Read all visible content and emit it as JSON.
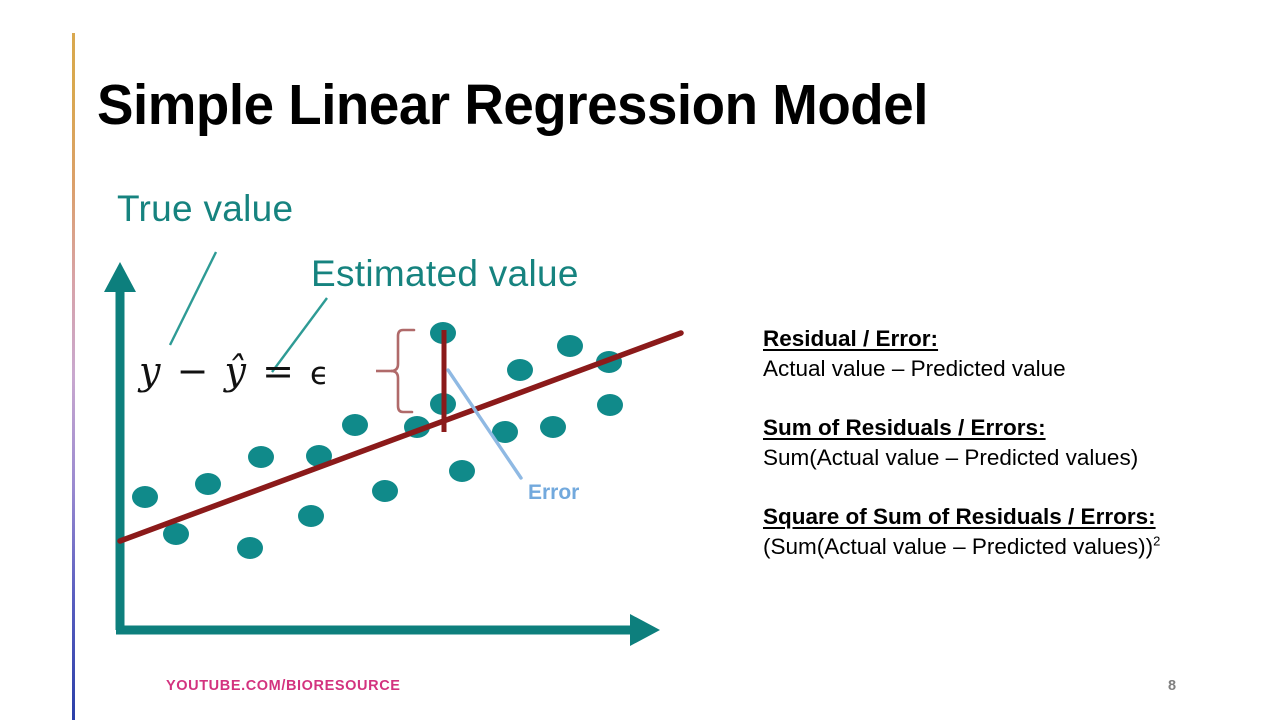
{
  "slide": {
    "title": "Simple Linear Regression Model",
    "number": "8",
    "watermark": "YOUTUBE.COM/BIORESOURCE",
    "accent_bar_colors": [
      "#d9a84f",
      "#c9a8cf",
      "#2b3fa8"
    ],
    "background": "#ffffff"
  },
  "figure": {
    "labels": {
      "true_value": "True value",
      "estimated_value": "Estimated value",
      "error": "Error"
    },
    "equation": {
      "lhs_y": "y",
      "minus": "−",
      "y_hat": "ŷ",
      "equals": "=",
      "epsilon": "ϵ",
      "full": "y − ŷ = ϵ"
    },
    "colors": {
      "axis": "#0d7f7d",
      "point": "#108a8a",
      "regression_line": "#8b1a1a",
      "error_segment": "#8b1a1a",
      "brace": "#b06a6a",
      "pointer": "#8fb9e3",
      "label_text": "#16837f",
      "error_text": "#72a9dd"
    }
  },
  "chart_data": {
    "type": "scatter",
    "title": "Simple Linear Regression Model",
    "xlabel": "",
    "ylabel": "",
    "grid": false,
    "legend": null,
    "axis_arrows": true,
    "xlim": [
      120,
      680
    ],
    "ylim": [
      630,
      300
    ],
    "points": [
      [
        145,
        497
      ],
      [
        176,
        534
      ],
      [
        208,
        484
      ],
      [
        250,
        548
      ],
      [
        261,
        457
      ],
      [
        311,
        516
      ],
      [
        319,
        456
      ],
      [
        355,
        425
      ],
      [
        385,
        491
      ],
      [
        417,
        427
      ],
      [
        443,
        333
      ],
      [
        443,
        404
      ],
      [
        462,
        471
      ],
      [
        505,
        432
      ],
      [
        520,
        370
      ],
      [
        553,
        427
      ],
      [
        570,
        346
      ],
      [
        609,
        362
      ],
      [
        610,
        405
      ]
    ],
    "point_radius_x": 13,
    "point_radius_y": 11,
    "regression_line": {
      "x1": 120,
      "y1": 541,
      "x2": 680,
      "y2": 333
    },
    "error_segment": {
      "x": 443,
      "y_top": 333,
      "y_bottom": 430,
      "label": "Error"
    },
    "brace": {
      "x": 398,
      "y_top": 330,
      "y_bottom": 412,
      "label": "y − ŷ = ϵ"
    },
    "annotations": [
      {
        "text": "True value",
        "points_to": [
          216,
          252
        ]
      },
      {
        "text": "Estimated value",
        "points_to": [
          320,
          300
        ]
      },
      {
        "text": "Error",
        "points_to": [
          447,
          370
        ]
      }
    ]
  },
  "notes": [
    {
      "heading": "Residual / Error:",
      "body": "Actual value – Predicted value",
      "exponent": ""
    },
    {
      "heading": "Sum of Residuals / Errors:",
      "body": "Sum(Actual value – Predicted values)",
      "exponent": ""
    },
    {
      "heading": "Square of Sum of Residuals / Errors:",
      "body": "(Sum(Actual value – Predicted values))",
      "exponent": "2"
    }
  ]
}
